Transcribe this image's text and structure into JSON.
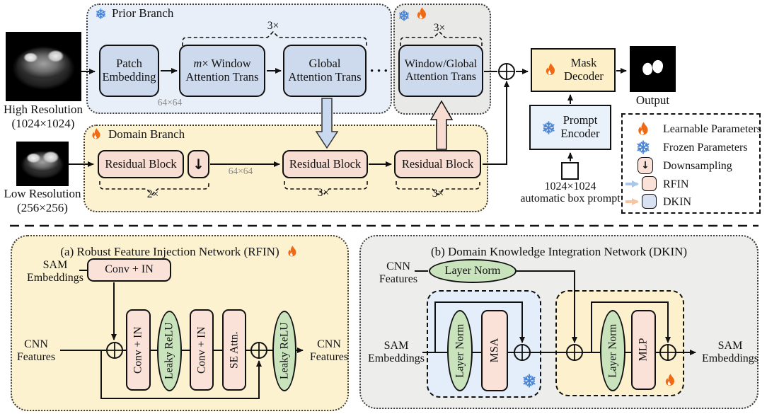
{
  "colors": {
    "prior_branch_bg": "#e9eff8",
    "transformer_box_bg": "#cdd9ec",
    "adapted_box_bg": "#e9e9e7",
    "domain_branch_bg": "#fdf2d0",
    "residual_box_bg": "#f8ddd3",
    "mask_decoder_bg": "#fdf0c8",
    "prompt_encoder_bg": "#e9f1fa",
    "rfin_panel_bg": "#fdf2d0",
    "dkin_panel_bg": "#ededeb",
    "dkin_msa_block_bg": "#e4eefa",
    "dkin_mlp_block_bg": "#fdf0cc",
    "green_block_bg": "#c9e3bd",
    "pink_block_bg": "#fae2d9",
    "flame": "#f06a15",
    "snowflake": "#4a84d4",
    "rfin_arrow": "#a9c7e8",
    "dkin_arrow": "#f6c49e"
  },
  "inputs": {
    "high_res_label": "High Resolution\n(1024×1024)",
    "low_res_label": "Low Resolution\n(256×256)"
  },
  "prior_branch": {
    "title": "Prior Branch",
    "patch_embedding": "Patch\nEmbedding",
    "embedding_size": "64×64",
    "window_attn_italic": "m",
    "window_attn_rest": "× Window",
    "window_attn_line2": "Attention Trans",
    "global_attn": "Global\nAttention Trans",
    "repeat": "3×",
    "ellipsis": "• • •"
  },
  "adapted_block": {
    "repeat": "3×",
    "window_global_attn": "Window/Global\nAttention Trans"
  },
  "domain_branch": {
    "title": "Domain Branch",
    "residual_block_1": "Residual Block",
    "residual_block_2": "Residual Block",
    "residual_block_3": "Residual Block",
    "downsample_glyph": "↓",
    "repeat_first": "2×",
    "repeat_mid": "3×",
    "repeat_last": "3×",
    "feature_size": "64×64"
  },
  "head": {
    "mask_decoder": "Mask\nDecoder",
    "prompt_encoder": "Prompt\nEncoder",
    "box_prompt_size": "1024×1024",
    "box_prompt_desc": "automatic box prompt",
    "output_label": "Output"
  },
  "legend": {
    "items": [
      {
        "icon": "flame-icon",
        "label": "Learnable Parameters"
      },
      {
        "icon": "snowflake-icon",
        "label": "Frozen Parameters"
      },
      {
        "icon": "downsample-icon",
        "label": "Downsampling"
      },
      {
        "icon": "rfin-module-icon",
        "label": "RFIN"
      },
      {
        "icon": "dkin-module-icon",
        "label": "DKIN"
      }
    ],
    "downsample_glyph": "↓"
  },
  "rfin": {
    "title": "(a) Robust Feature Injection Network (RFIN)",
    "sam_embeddings": "SAM\nEmbeddings",
    "cnn_features_in": "CNN\nFeatures",
    "cnn_features_out": "CNN\nFeatures",
    "conv_in_top": "Conv + IN",
    "conv_in_1": "Conv + IN",
    "leaky_relu_1": "Leaky ReLU",
    "conv_in_2": "Conv + IN",
    "se_attn": "SE Attn.",
    "leaky_relu_2": "Leaky ReLU"
  },
  "dkin": {
    "title": "(b) Domain Knowledge Integration Network (DKIN)",
    "cnn_features": "CNN\nFeatures",
    "layer_norm_top": "Layer Norm",
    "sam_embeddings_in": "SAM\nEmbeddings",
    "sam_embeddings_out": "SAM\nEmbeddings",
    "layer_norm_msa": "Layer Norm",
    "msa": "MSA",
    "layer_norm_mlp": "Layer Norm",
    "mlp": "MLP"
  }
}
